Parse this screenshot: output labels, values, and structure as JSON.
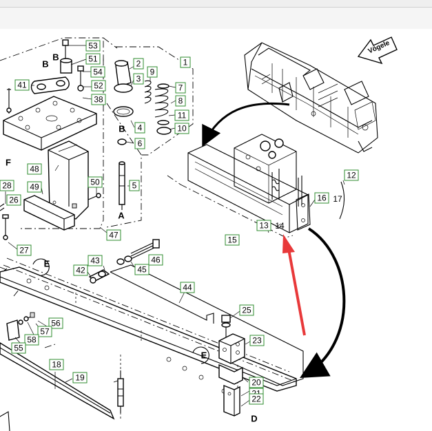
{
  "brand_badge": "Vögele",
  "callouts": [
    {
      "id": "c53",
      "text": "53"
    },
    {
      "id": "c51",
      "text": "51"
    },
    {
      "id": "c54",
      "text": "54"
    },
    {
      "id": "c52",
      "text": "52"
    },
    {
      "id": "c38",
      "text": "38"
    },
    {
      "id": "c41",
      "text": "41"
    },
    {
      "id": "c2",
      "text": "2"
    },
    {
      "id": "c3",
      "text": "3"
    },
    {
      "id": "c9",
      "text": "9"
    },
    {
      "id": "c1",
      "text": "1"
    },
    {
      "id": "c7",
      "text": "7"
    },
    {
      "id": "c8",
      "text": "8"
    },
    {
      "id": "c11",
      "text": "11"
    },
    {
      "id": "c10",
      "text": "10"
    },
    {
      "id": "c4",
      "text": "4"
    },
    {
      "id": "c6",
      "text": "6"
    },
    {
      "id": "c48",
      "text": "48"
    },
    {
      "id": "c49",
      "text": "49"
    },
    {
      "id": "c50",
      "text": "50"
    },
    {
      "id": "c5",
      "text": "5"
    },
    {
      "id": "c47",
      "text": "47"
    },
    {
      "id": "c28",
      "text": "28"
    },
    {
      "id": "c26",
      "text": "26"
    },
    {
      "id": "c27",
      "text": "27"
    },
    {
      "id": "c43",
      "text": "43"
    },
    {
      "id": "c42",
      "text": "42"
    },
    {
      "id": "c46",
      "text": "46"
    },
    {
      "id": "c45",
      "text": "45"
    },
    {
      "id": "c44",
      "text": "44"
    },
    {
      "id": "c12",
      "text": "12"
    },
    {
      "id": "c16",
      "text": "16"
    },
    {
      "id": "c13",
      "text": "13"
    },
    {
      "id": "c15",
      "text": "15"
    },
    {
      "id": "c25",
      "text": "25"
    },
    {
      "id": "c23",
      "text": "23"
    },
    {
      "id": "c56",
      "text": "56"
    },
    {
      "id": "c57",
      "text": "57"
    },
    {
      "id": "c58",
      "text": "58"
    },
    {
      "id": "c55",
      "text": "55"
    },
    {
      "id": "c18",
      "text": "18"
    },
    {
      "id": "c19",
      "text": "19"
    },
    {
      "id": "c20",
      "text": "20"
    },
    {
      "id": "c21",
      "text": "21"
    },
    {
      "id": "c22",
      "text": "22"
    }
  ],
  "plain_labels": {
    "p17": "17",
    "p14": "14"
  },
  "letters": {
    "b1": "B",
    "b2": "B",
    "b3": "B",
    "f": "F",
    "a": "A",
    "e1": "E",
    "e2": "E",
    "d": "D"
  },
  "colors": {
    "callout_border": "#2e8b2e",
    "pointer_arrow": "#e8393a"
  }
}
